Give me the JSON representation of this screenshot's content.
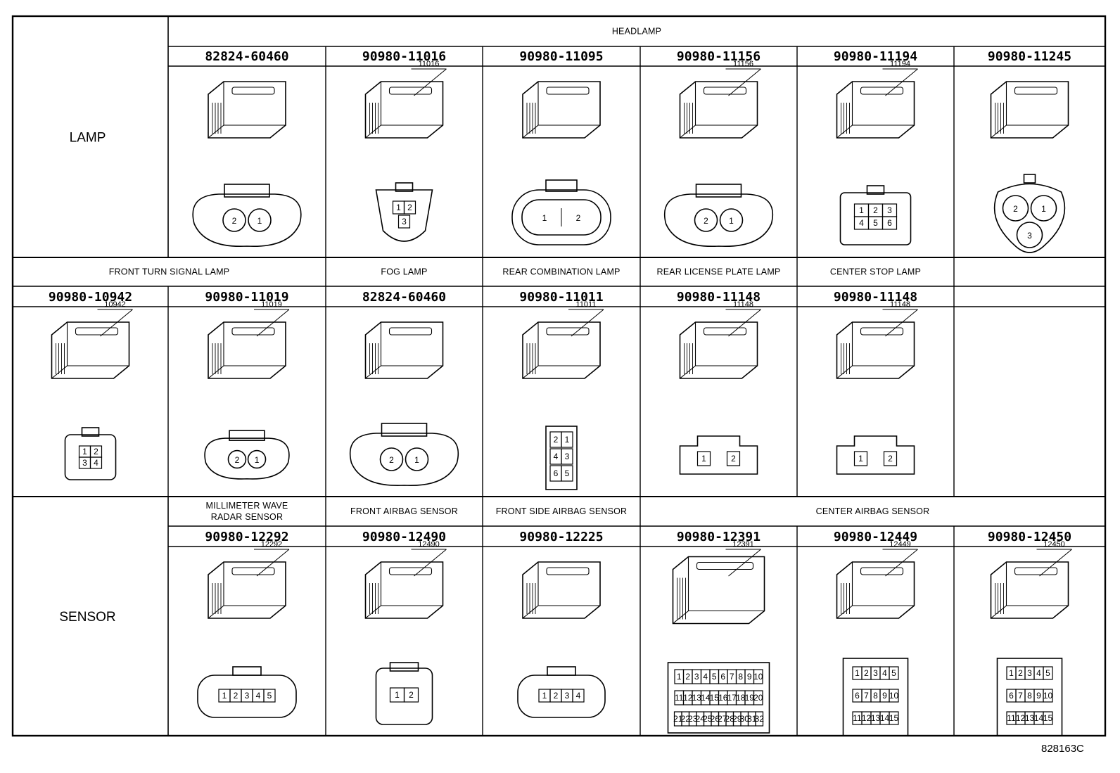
{
  "figure_id": "828163C",
  "rows": [
    {
      "category": "LAMP",
      "sections": [
        {
          "label": "HEADLAMP",
          "span": 6
        }
      ],
      "connectors": [
        {
          "part": "82824-60460",
          "callout": "",
          "pins": [
            "2",
            "1"
          ],
          "face": "round2"
        },
        {
          "part": "90980-11016",
          "callout": "11016",
          "pins": [
            "1",
            "2",
            "3"
          ],
          "face": "tri3"
        },
        {
          "part": "90980-11095",
          "callout": "",
          "pins": [
            "1",
            "2"
          ],
          "face": "oval2"
        },
        {
          "part": "90980-11156",
          "callout": "11156",
          "pins": [
            "2",
            "1"
          ],
          "face": "round2b"
        },
        {
          "part": "90980-11194",
          "callout": "11194",
          "pins": [
            "1",
            "2",
            "3",
            "4",
            "5",
            "6"
          ],
          "face": "rect6"
        },
        {
          "part": "90980-11245",
          "callout": "",
          "pins": [
            "2",
            "1",
            "3"
          ],
          "face": "clover3"
        }
      ]
    },
    {
      "category": "",
      "sections": [
        {
          "label": "FRONT TURN SIGNAL LAMP",
          "span": 2
        },
        {
          "label": "FOG LAMP",
          "span": 1
        },
        {
          "label": "REAR COMBINATION LAMP",
          "span": 1
        },
        {
          "label": "REAR LICENSE PLATE LAMP",
          "span": 1
        },
        {
          "label": "CENTER STOP LAMP",
          "span": 1
        },
        {
          "label": "",
          "span": 1
        }
      ],
      "connectors": [
        {
          "part": "90980-10942",
          "callout": "10942",
          "pins": [
            "1",
            "2",
            "3",
            "4"
          ],
          "face": "sq4"
        },
        {
          "part": "90980-11019",
          "callout": "11019",
          "pins": [
            "2",
            "1"
          ],
          "face": "small2"
        },
        {
          "part": "82824-60460",
          "callout": "",
          "pins": [
            "2",
            "1"
          ],
          "face": "round2"
        },
        {
          "part": "90980-11011",
          "callout": "11011",
          "pins": [
            "2",
            "1",
            "4",
            "3",
            "6",
            "5"
          ],
          "face": "tall6"
        },
        {
          "part": "90980-11148",
          "callout": "11148",
          "pins": [
            "1",
            "2"
          ],
          "face": "flat2"
        },
        {
          "part": "90980-11148",
          "callout": "11148",
          "pins": [
            "1",
            "2"
          ],
          "face": "flat2"
        },
        {
          "part": "",
          "callout": "",
          "pins": [],
          "face": "none"
        }
      ]
    },
    {
      "category": "SENSOR",
      "sections": [
        {
          "label": "MILLIMETER WAVE\nRADAR SENSOR",
          "span": 1
        },
        {
          "label": "FRONT AIRBAG SENSOR",
          "span": 1
        },
        {
          "label": "FRONT SIDE AIRBAG SENSOR",
          "span": 1
        },
        {
          "label": "CENTER AIRBAG SENSOR",
          "span": 3
        }
      ],
      "connectors": [
        {
          "part": "90980-12292",
          "callout": "12292",
          "pins": [
            "1",
            "2",
            "3",
            "4",
            "5"
          ],
          "face": "row5"
        },
        {
          "part": "90980-12490",
          "callout": "12490",
          "pins": [
            "1",
            "2"
          ],
          "face": "sq2"
        },
        {
          "part": "90980-12225",
          "callout": "",
          "pins": [
            "1",
            "2",
            "3",
            "4"
          ],
          "face": "row4"
        },
        {
          "part": "90980-12391",
          "callout": "12391",
          "pins": [
            "1",
            "2",
            "3",
            "4",
            "5",
            "6",
            "7",
            "8",
            "9",
            "10",
            "11",
            "12",
            "13",
            "14",
            "15",
            "16",
            "17",
            "18",
            "19",
            "20",
            "21",
            "22",
            "23",
            "24",
            "25",
            "26",
            "27",
            "28",
            "29",
            "30",
            "31",
            "32"
          ],
          "face": "grid32"
        },
        {
          "part": "90980-12449",
          "callout": "12449",
          "pins": [
            "1",
            "2",
            "3",
            "4",
            "5",
            "6",
            "7",
            "8",
            "9",
            "10",
            "11",
            "12",
            "13",
            "14",
            "15"
          ],
          "face": "grid15"
        },
        {
          "part": "90980-12450",
          "callout": "12450",
          "pins": [
            "1",
            "2",
            "3",
            "4",
            "5",
            "6",
            "7",
            "8",
            "9",
            "10",
            "11",
            "12",
            "13",
            "14",
            "15"
          ],
          "face": "grid15"
        }
      ]
    }
  ]
}
